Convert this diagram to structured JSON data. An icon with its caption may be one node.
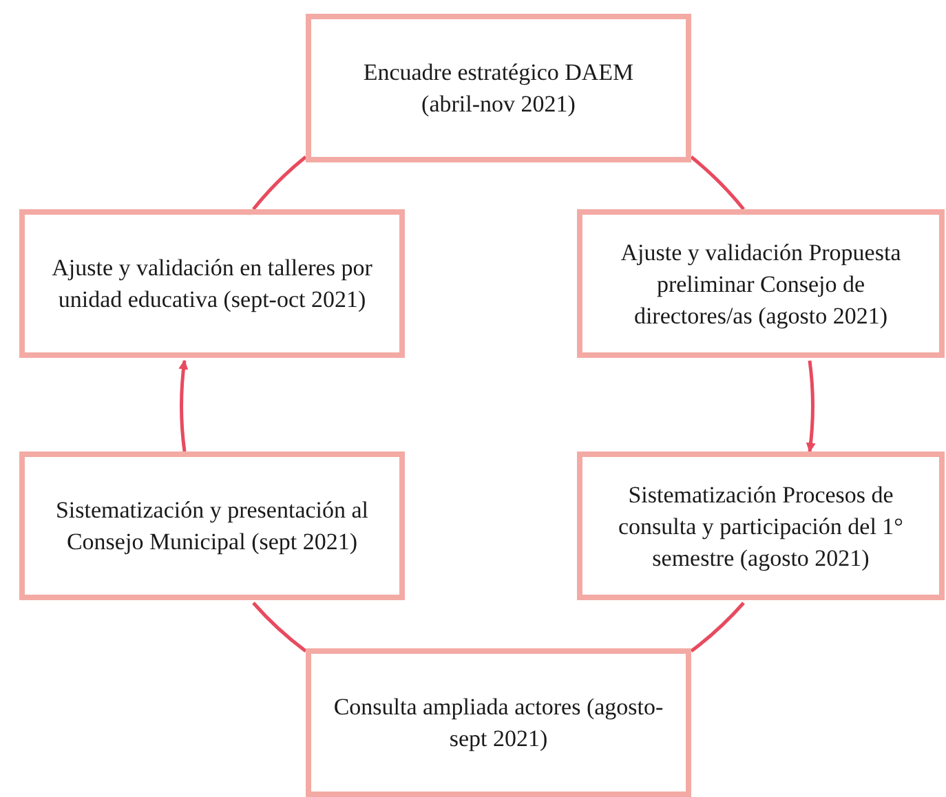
{
  "diagram": {
    "nodes": [
      {
        "text": [
          "Encuadre estratégico DAEM (abril-nov 2021)"
        ]
      },
      {
        "text": [
          "Ajuste y validación en talleres por unidad educativa (sept-oct 2021)"
        ]
      },
      {
        "text": [
          "Ajuste y validación Propuesta preliminar Consejo de directores/as (agosto 2021)"
        ]
      },
      {
        "text": [
          "Sistematización y presentación al Consejo Municipal (sept 2021)"
        ]
      },
      {
        "text": [
          "Sistematización Procesos de consulta y participación del 1° semestre (agosto 2021)"
        ]
      },
      {
        "text": [
          "Consulta ampliada actores (agosto-sept 2021)"
        ]
      }
    ],
    "edges": [
      {
        "from": 0,
        "to": 2,
        "arrow": "none"
      },
      {
        "from": 2,
        "to": 4,
        "arrow": "to"
      },
      {
        "from": 4,
        "to": 5,
        "arrow": "none"
      },
      {
        "from": 5,
        "to": 3,
        "arrow": "none"
      },
      {
        "from": 3,
        "to": 1,
        "arrow": "to"
      },
      {
        "from": 1,
        "to": 0,
        "arrow": "none"
      }
    ]
  }
}
